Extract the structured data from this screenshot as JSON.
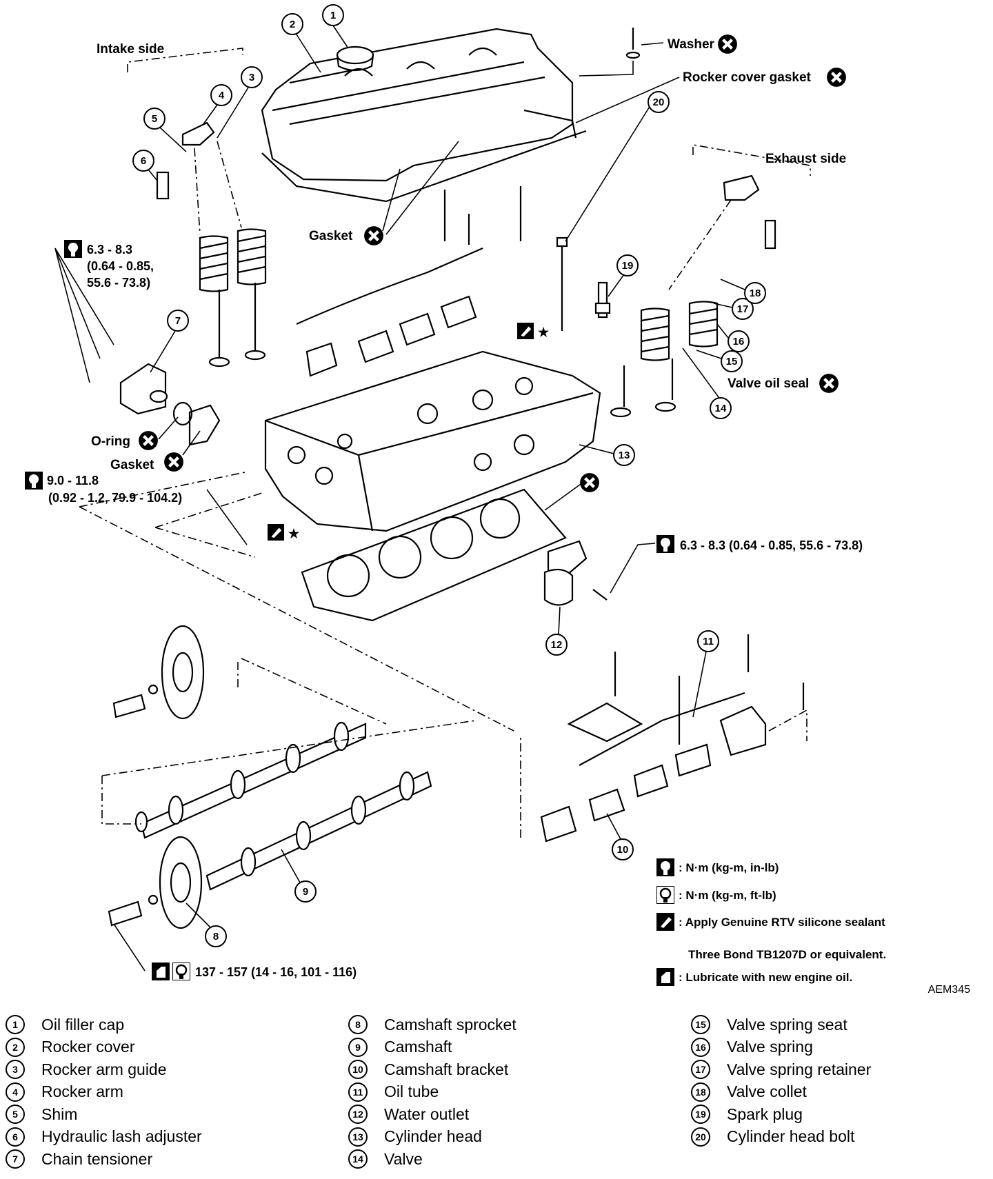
{
  "labels": {
    "intake_side": "Intake side",
    "exhaust_side": "Exhaust side",
    "washer": "Washer",
    "rocker_cover_gasket": "Rocker cover gasket",
    "gasket_top": "Gasket",
    "o_ring": "O-ring",
    "gasket_left": "Gasket",
    "valve_oil_seal": "Valve oil seal"
  },
  "torques": {
    "t1_line1": "6.3 - 8.3",
    "t1_line2": "(0.64 - 0.85,",
    "t1_line3": "55.6 - 73.8)",
    "t2_line1": "9.0 - 11.8",
    "t2_line2": "(0.92 - 1.2, 79.9 - 104.2)",
    "t3": "6.3 - 8.3 (0.64 - 0.85, 55.6 - 73.8)",
    "t4": "137 - 157 (14 - 16, 101 - 116)"
  },
  "legend": {
    "inlb": ": N·m (kg-m, in-lb)",
    "ftlb": ": N·m (kg-m, ft-lb)",
    "rtv": ": Apply Genuine RTV silicone sealant",
    "rtv2": "Three Bond TB1207D or equivalent.",
    "oil": ": Lubricate with new engine oil."
  },
  "figure_code": "AEM345",
  "parts": [
    {
      "num": "1",
      "name": "Oil filler cap"
    },
    {
      "num": "2",
      "name": "Rocker cover"
    },
    {
      "num": "3",
      "name": "Rocker arm guide"
    },
    {
      "num": "4",
      "name": "Rocker arm"
    },
    {
      "num": "5",
      "name": "Shim"
    },
    {
      "num": "6",
      "name": "Hydraulic lash adjuster"
    },
    {
      "num": "7",
      "name": "Chain tensioner"
    },
    {
      "num": "8",
      "name": "Camshaft sprocket"
    },
    {
      "num": "9",
      "name": "Camshaft"
    },
    {
      "num": "10",
      "name": "Camshaft bracket"
    },
    {
      "num": "11",
      "name": "Oil tube"
    },
    {
      "num": "12",
      "name": "Water outlet"
    },
    {
      "num": "13",
      "name": "Cylinder head"
    },
    {
      "num": "14",
      "name": "Valve"
    },
    {
      "num": "15",
      "name": "Valve spring seat"
    },
    {
      "num": "16",
      "name": "Valve spring"
    },
    {
      "num": "17",
      "name": "Valve spring retainer"
    },
    {
      "num": "18",
      "name": "Valve collet"
    },
    {
      "num": "19",
      "name": "Spark plug"
    },
    {
      "num": "20",
      "name": "Cylinder head bolt"
    }
  ]
}
